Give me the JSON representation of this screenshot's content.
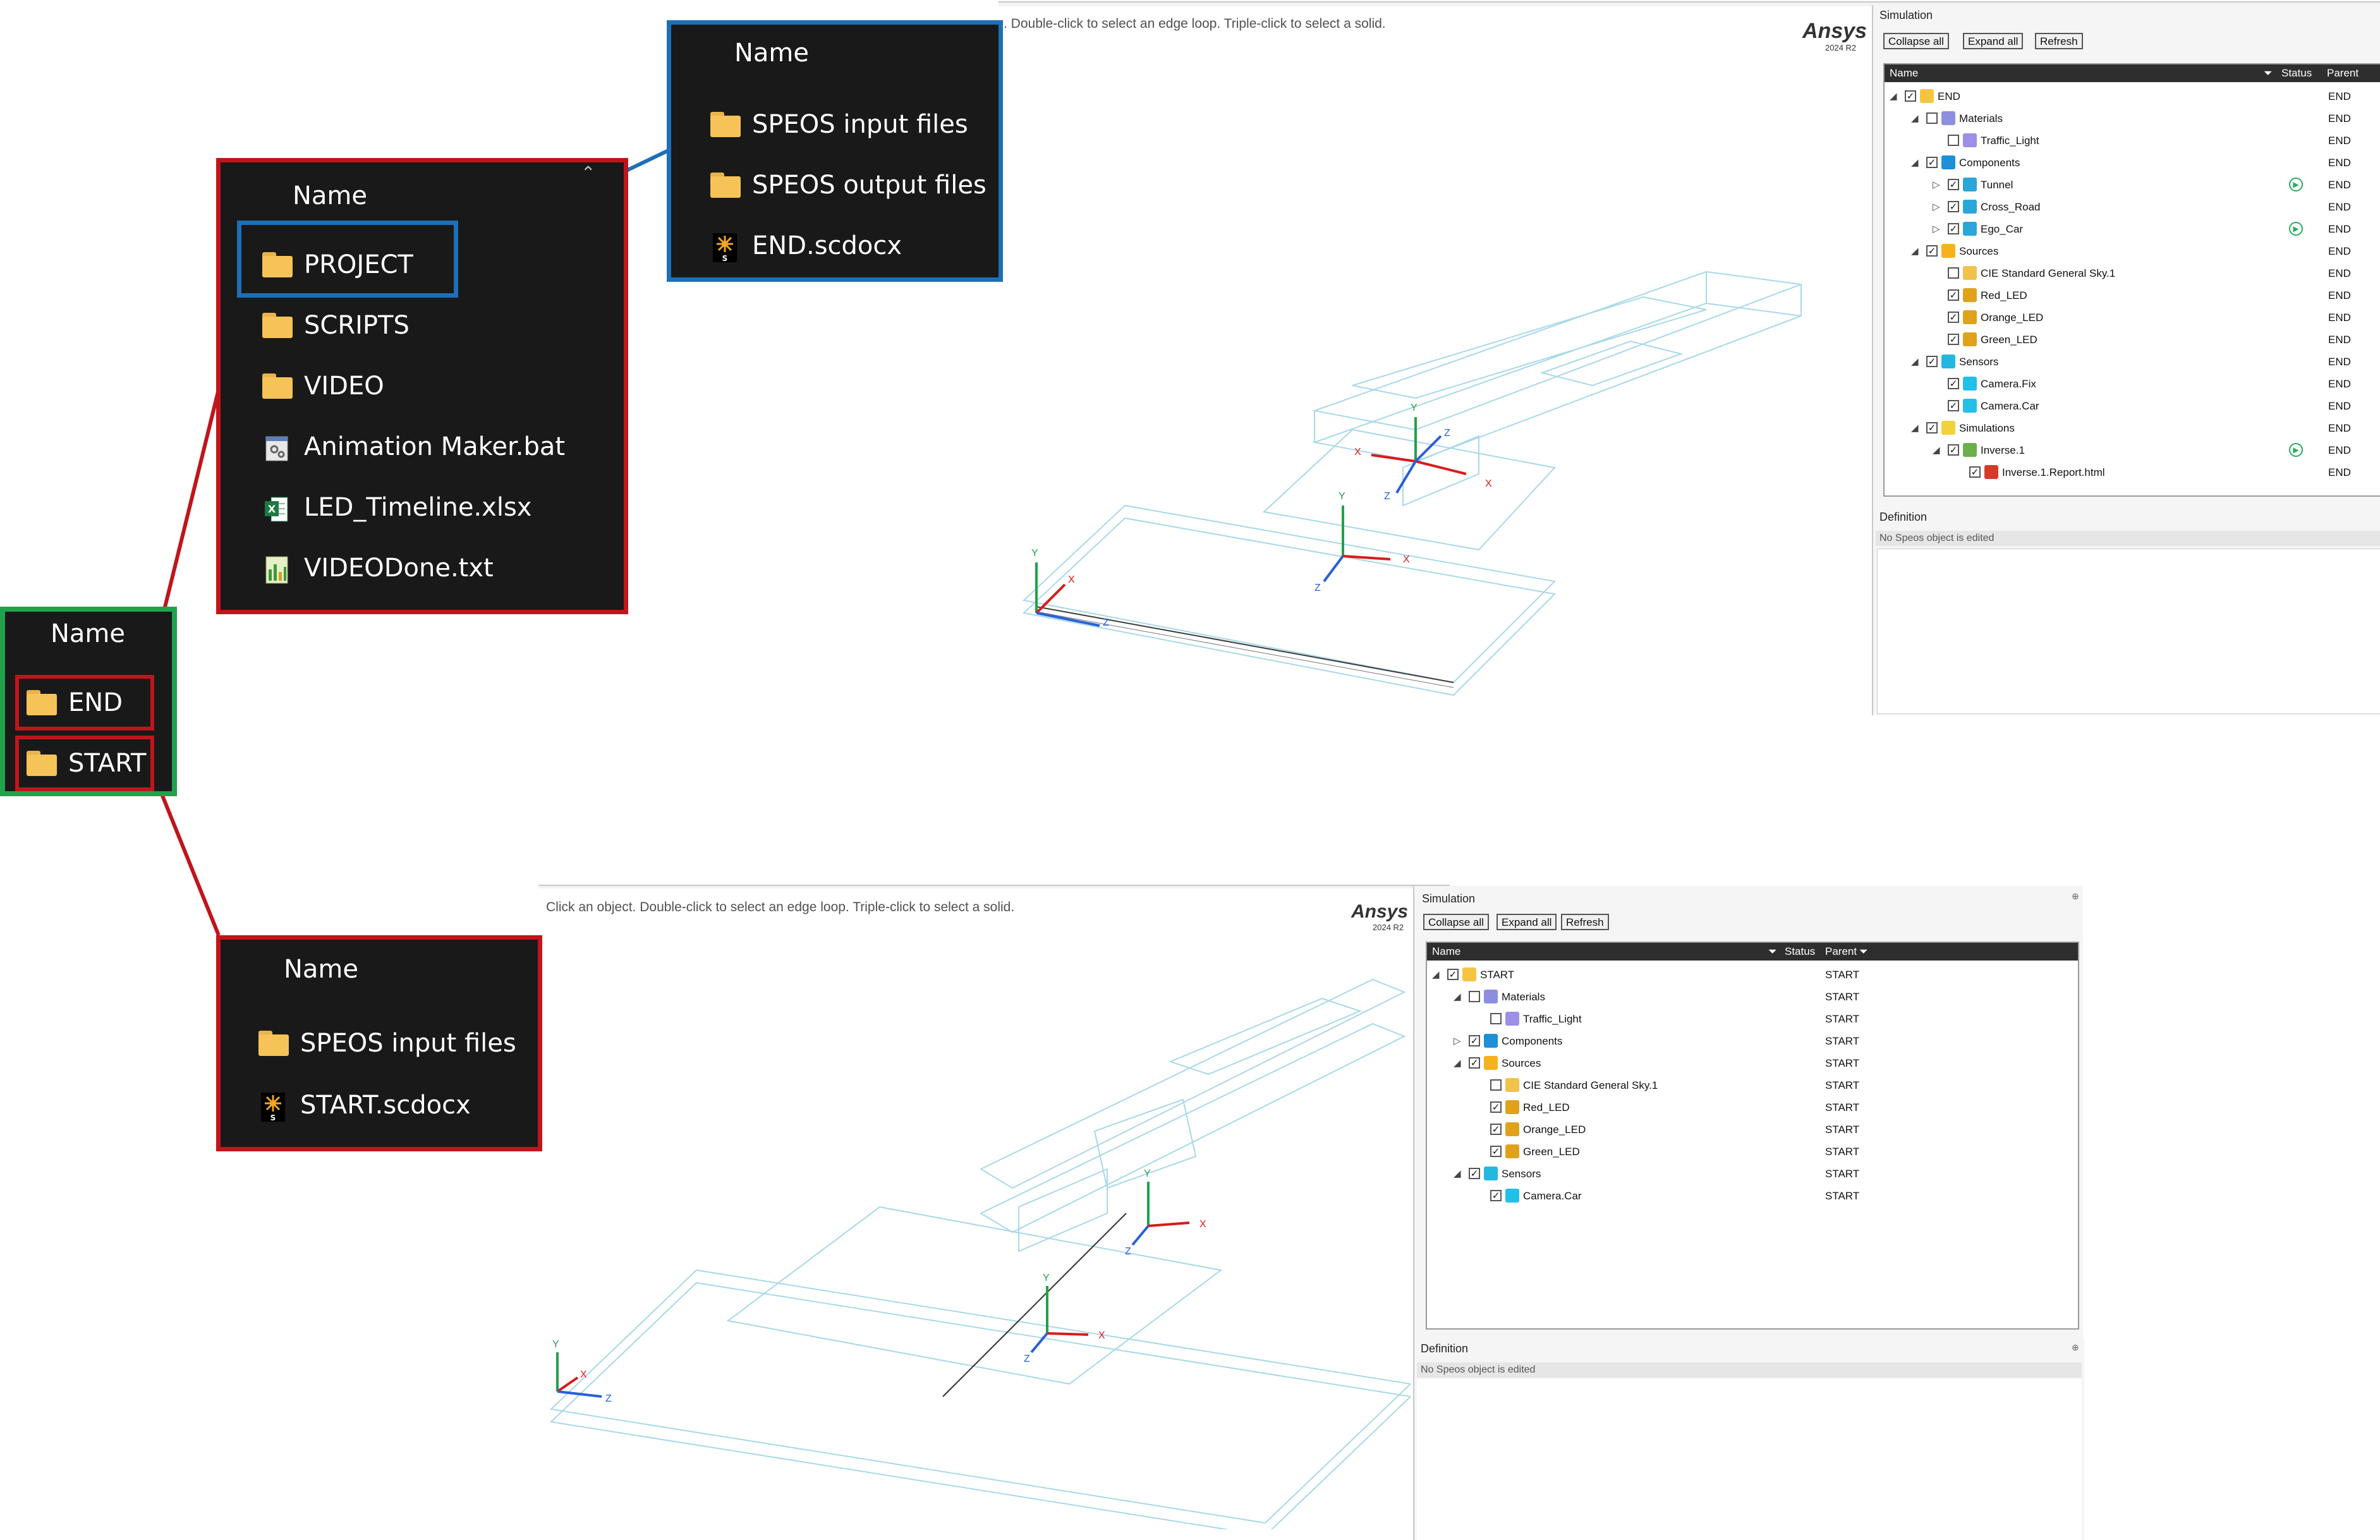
{
  "explorer": {
    "header": "Name",
    "root_panel": {
      "items": [
        {
          "name": "END",
          "icon": "folder-icon"
        },
        {
          "name": "START",
          "icon": "folder-icon"
        }
      ]
    },
    "end_panel": {
      "items": [
        {
          "name": "PROJECT",
          "icon": "folder-icon"
        },
        {
          "name": "SCRIPTS",
          "icon": "folder-icon"
        },
        {
          "name": "VIDEO",
          "icon": "folder-icon"
        },
        {
          "name": "Animation Maker.bat",
          "icon": "batch-file-icon"
        },
        {
          "name": "LED_Timeline.xlsx",
          "icon": "excel-file-icon"
        },
        {
          "name": "VIDEODone.txt",
          "icon": "text-file-icon"
        }
      ]
    },
    "project_panel": {
      "items": [
        {
          "name": "SPEOS input files",
          "icon": "folder-icon"
        },
        {
          "name": "SPEOS output files",
          "icon": "folder-icon"
        },
        {
          "name": "END.scdocx",
          "icon": "speos-document-icon"
        }
      ]
    },
    "start_panel": {
      "items": [
        {
          "name": "SPEOS input files",
          "icon": "folder-icon"
        },
        {
          "name": "START.scdocx",
          "icon": "speos-document-icon"
        }
      ]
    }
  },
  "colors": {
    "green": "#1fa24a",
    "red": "#c0151b",
    "blue": "#1d6fb8",
    "panel_bg": "#191919",
    "folder": "#f6c358"
  },
  "end_ui": {
    "hint": ". Double-click to select an edge loop. Triple-click to select a solid.",
    "logo": "Ansys",
    "version": "2024 R2",
    "sim_title": "Simulation",
    "buttons": {
      "collapse": "Collapse all",
      "expand": "Expand all",
      "refresh": "Refresh"
    },
    "columns": {
      "name": "Name",
      "status": "Status",
      "parent": "Parent"
    },
    "tree": [
      {
        "label": "END",
        "level": 0,
        "exp": "◢",
        "cb": "✓",
        "icon": "sun-root-icon",
        "parent": "END"
      },
      {
        "label": "Materials",
        "level": 1,
        "exp": "◢",
        "cb": "",
        "icon": "materials-icon",
        "parent": "END"
      },
      {
        "label": "Traffic_Light",
        "level": 2,
        "exp": "",
        "cb": "",
        "icon": "material-cube-icon",
        "parent": "END"
      },
      {
        "label": "Components",
        "level": 1,
        "exp": "◢",
        "cb": "✓",
        "icon": "components-icon",
        "parent": "END"
      },
      {
        "label": "Tunnel",
        "level": 2,
        "exp": "▷",
        "cb": "✓",
        "icon": "component-icon",
        "parent": "END",
        "status": "run"
      },
      {
        "label": "Cross_Road",
        "level": 2,
        "exp": "▷",
        "cb": "✓",
        "icon": "component-icon",
        "parent": "END"
      },
      {
        "label": "Ego_Car",
        "level": 2,
        "exp": "▷",
        "cb": "✓",
        "icon": "component-icon",
        "parent": "END",
        "status": "run"
      },
      {
        "label": "Sources",
        "level": 1,
        "exp": "◢",
        "cb": "✓",
        "icon": "sources-icon",
        "parent": "END"
      },
      {
        "label": "CIE Standard General Sky.1",
        "level": 2,
        "exp": "",
        "cb": "",
        "icon": "sky-icon",
        "parent": "END"
      },
      {
        "label": "Red_LED",
        "level": 2,
        "exp": "",
        "cb": "✓",
        "icon": "led-source-icon",
        "parent": "END"
      },
      {
        "label": "Orange_LED",
        "level": 2,
        "exp": "",
        "cb": "✓",
        "icon": "led-source-icon",
        "parent": "END"
      },
      {
        "label": "Green_LED",
        "level": 2,
        "exp": "",
        "cb": "✓",
        "icon": "led-source-icon",
        "parent": "END"
      },
      {
        "label": "Sensors",
        "level": 1,
        "exp": "◢",
        "cb": "✓",
        "icon": "sensors-icon",
        "parent": "END"
      },
      {
        "label": "Camera.Fix",
        "level": 2,
        "exp": "",
        "cb": "✓",
        "icon": "camera-icon",
        "parent": "END"
      },
      {
        "label": "Camera.Car",
        "level": 2,
        "exp": "",
        "cb": "✓",
        "icon": "camera-icon",
        "parent": "END"
      },
      {
        "label": "Simulations",
        "level": 1,
        "exp": "◢",
        "cb": "✓",
        "icon": "simulations-icon",
        "parent": "END"
      },
      {
        "label": "Inverse.1",
        "level": 2,
        "exp": "◢",
        "cb": "✓",
        "icon": "inverse-sim-icon",
        "parent": "END",
        "status": "run"
      },
      {
        "label": "Inverse.1.Report.html",
        "level": 3,
        "exp": "",
        "cb": "✓",
        "icon": "report-icon",
        "parent": "END"
      }
    ],
    "definition_title": "Definition",
    "definition_text": "No Speos object is edited"
  },
  "start_ui": {
    "hint": "Click an object. Double-click to select an edge loop. Triple-click to select a solid.",
    "logo": "Ansys",
    "version": "2024 R2",
    "sim_title": "Simulation",
    "buttons": {
      "collapse": "Collapse all",
      "expand": "Expand all",
      "refresh": "Refresh"
    },
    "columns": {
      "name": "Name",
      "status": "Status",
      "parent": "Parent"
    },
    "tree": [
      {
        "label": "START",
        "level": 0,
        "exp": "◢",
        "cb": "✓",
        "icon": "sun-root-icon",
        "parent": "START"
      },
      {
        "label": "Materials",
        "level": 1,
        "exp": "◢",
        "cb": "",
        "icon": "materials-icon",
        "parent": "START"
      },
      {
        "label": "Traffic_Light",
        "level": 2,
        "exp": "",
        "cb": "",
        "icon": "material-cube-icon",
        "parent": "START"
      },
      {
        "label": "Components",
        "level": 1,
        "exp": "▷",
        "cb": "✓",
        "icon": "components-icon",
        "parent": "START"
      },
      {
        "label": "Sources",
        "level": 1,
        "exp": "◢",
        "cb": "✓",
        "icon": "sources-icon",
        "parent": "START"
      },
      {
        "label": "CIE Standard General Sky.1",
        "level": 2,
        "exp": "",
        "cb": "",
        "icon": "sky-icon",
        "parent": "START"
      },
      {
        "label": "Red_LED",
        "level": 2,
        "exp": "",
        "cb": "✓",
        "icon": "led-source-icon",
        "parent": "START"
      },
      {
        "label": "Orange_LED",
        "level": 2,
        "exp": "",
        "cb": "✓",
        "icon": "led-source-icon",
        "parent": "START"
      },
      {
        "label": "Green_LED",
        "level": 2,
        "exp": "",
        "cb": "✓",
        "icon": "led-source-icon",
        "parent": "START"
      },
      {
        "label": "Sensors",
        "level": 1,
        "exp": "◢",
        "cb": "✓",
        "icon": "sensors-icon",
        "parent": "START"
      },
      {
        "label": "Camera.Car",
        "level": 2,
        "exp": "",
        "cb": "✓",
        "icon": "camera-icon",
        "parent": "START"
      }
    ],
    "definition_title": "Definition",
    "definition_text": "No Speos object is edited"
  },
  "axes": {
    "x": "X",
    "y": "Y",
    "z": "Z"
  }
}
